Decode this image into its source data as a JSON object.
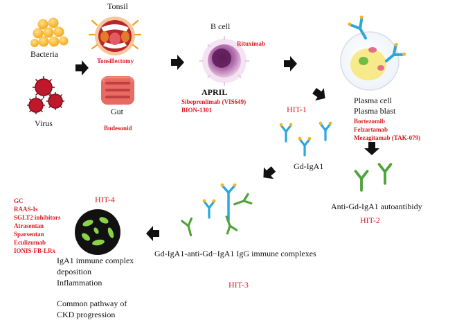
{
  "sources": {
    "bacteria": "Bacteria",
    "virus": "Virus",
    "tonsil": "Tonsil",
    "tonsil_drug": "Tonsillectomy",
    "gut": "Gut",
    "gut_drug": "Budesonid"
  },
  "bcell": {
    "label": "B cell",
    "drug": "Rituximab",
    "april": "APRIL",
    "april_drugs": [
      "Sibeprenlimab (VIS649)",
      "BION-1301"
    ]
  },
  "plasma": {
    "labels": [
      "Plasma cell",
      "Plasma blast"
    ],
    "drugs": [
      "Bortezomib",
      "Felzartamab",
      "Mezagitamab (TAK-079)"
    ]
  },
  "hits": {
    "hit1": "HIT-1",
    "hit2": "HIT-2",
    "hit3": "HIT-3",
    "hit4": "HIT-4"
  },
  "molecules": {
    "gd_iga1": "Gd-IgA1",
    "autoantibody": "Anti-Gd-IgA1 autoantibidy",
    "complexes": "Gd-IgA1-anti-Gd−IgA1 IgG immune complexes"
  },
  "kidney": {
    "drugs": [
      "GC",
      "RAAS-Is",
      "SGLT2 inhibitors",
      "Atrasentan",
      "Sparsentan",
      "Eculizumab",
      "IONIS-FB-LRx"
    ],
    "outcome": [
      "IgA1 immune complex",
      "deposition",
      "Inflammation"
    ],
    "pathway": [
      "Common pathway of",
      "CKD progression"
    ]
  },
  "colors": {
    "drug_text": "#e01b24",
    "iga_blue": "#2aa7dc",
    "iga_yellow": "#f3b61f",
    "igg_green": "#4fa33a",
    "arrow": "#111111"
  }
}
